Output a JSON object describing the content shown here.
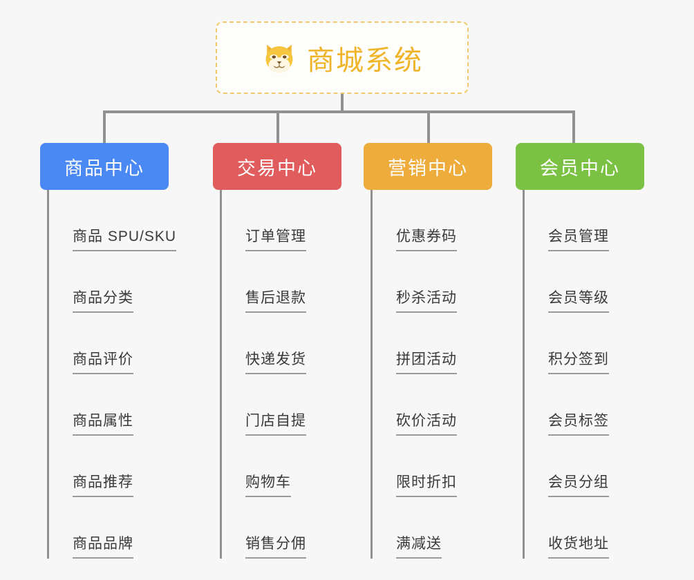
{
  "diagram": {
    "type": "mind-map",
    "background_color": "#f7f7f7",
    "connector_color": "#919191",
    "root": {
      "title": "商城系统",
      "icon": "shiba-dog-icon",
      "text_color": "#f0b429",
      "border_color": "#efc96b",
      "border_style": "dashed"
    },
    "branches": [
      {
        "label": "商品中心",
        "color": "#4a89f3",
        "children": [
          "商品 SPU/SKU",
          "商品分类",
          "商品评价",
          "商品属性",
          "商品推荐",
          "商品品牌"
        ]
      },
      {
        "label": "交易中心",
        "color": "#e15c5c",
        "children": [
          "订单管理",
          "售后退款",
          "快递发货",
          "门店自提",
          "购物车",
          "销售分佣"
        ]
      },
      {
        "label": "营销中心",
        "color": "#eeac3d",
        "children": [
          "优惠券码",
          "秒杀活动",
          "拼团活动",
          "砍价活动",
          "限时折扣",
          "满减送"
        ]
      },
      {
        "label": "会员中心",
        "color": "#7bc council",
        "children": [
          "会员管理",
          "会员等级",
          "积分签到",
          "会员标签",
          "会员分组",
          "收货地址"
        ]
      }
    ]
  }
}
